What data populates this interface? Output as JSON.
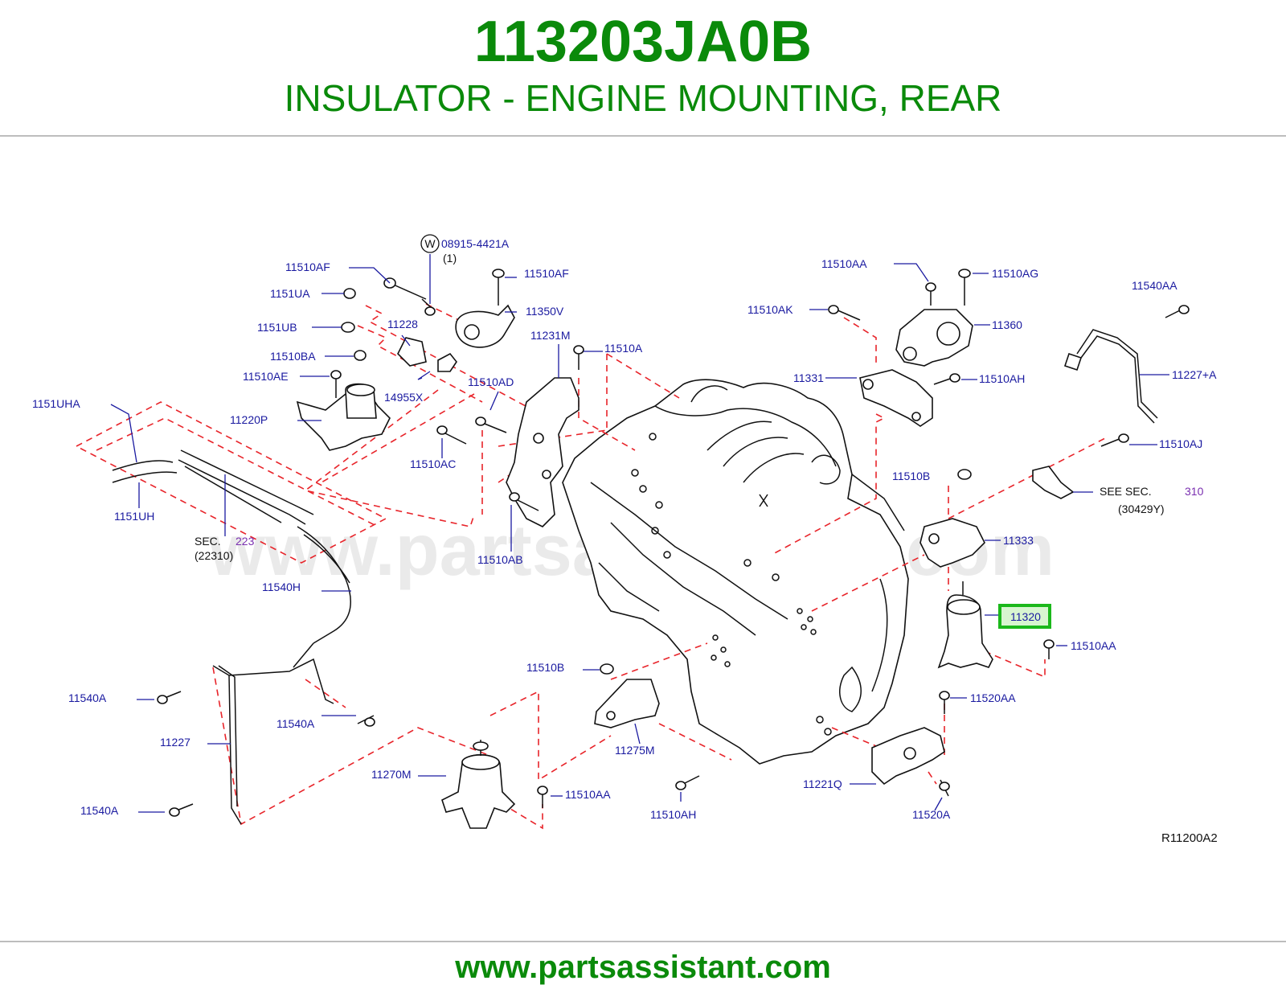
{
  "header": {
    "part_number": "113203JA0B",
    "part_name": "INSULATOR - ENGINE MOUNTING, REAR"
  },
  "footer": {
    "url": "www.partsassistant.com"
  },
  "diagram": {
    "watermark": "www.partsassistant.com",
    "ref_code": "R11200A2",
    "washer_marker": "W",
    "highlighted_part": "11320",
    "labels": {
      "w08915": "08915-4421A",
      "w08915_qty": "(1)",
      "p11510AF_a": "11510AF",
      "p11510AF_b": "11510AF",
      "p1151UA": "1151UA",
      "p11350V": "11350V",
      "p1151UB": "1151UB",
      "p11228": "11228",
      "p11231M": "11231M",
      "p11510A": "11510A",
      "p11510BA": "11510BA",
      "p11510AE": "11510AE",
      "p14955X": "14955X",
      "p11510AD": "11510AD",
      "p1151UHA": "1151UHA",
      "p11220P": "11220P",
      "p11510AC": "11510AC",
      "p1151UH": "1151UH",
      "sec_left": "SEC.",
      "sec_left_num": "223",
      "sec_left_sub": "(22310)",
      "p11510AB": "11510AB",
      "p11540H": "11540H",
      "p11540A_a": "11540A",
      "p11540A_b": "11540A",
      "p11540A_c": "11540A",
      "p11227": "11227",
      "p11510B_a": "11510B",
      "p11275M": "11275M",
      "p11270M": "11270M",
      "p11510AA_a": "11510AA",
      "p11510AH_a": "11510AH",
      "p11510AA_top": "11510AA",
      "p11510AG": "11510AG",
      "p11510AK": "11510AK",
      "p11360": "11360",
      "p11331": "11331",
      "p11510AH_b": "11510AH",
      "p11540AA": "11540AA",
      "p11227A": "11227+A",
      "p11510AJ": "11510AJ",
      "p11510B_b": "11510B",
      "see_sec": "SEE   SEC.",
      "see_sec_num": "310",
      "see_sec_sub": "(30429Y)",
      "p11333": "11333",
      "p11320": "11320",
      "p11510AA_r": "11510AA",
      "p11520AA": "11520AA",
      "p11221Q": "11221Q",
      "p11520A": "11520A"
    }
  }
}
